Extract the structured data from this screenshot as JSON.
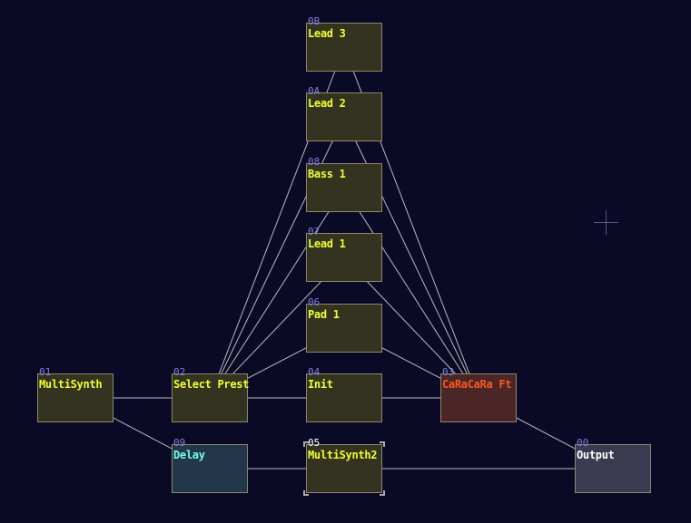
{
  "colors": {
    "background": "#0a0a26",
    "number": "#7f7fdf",
    "wire": "#d8d8d8"
  },
  "nodes": {
    "n0B": {
      "num": "0B",
      "name": "Lead 3",
      "fill": "#33331f",
      "text": "#f0ff30"
    },
    "n0A": {
      "num": "0A",
      "name": "Lead 2",
      "fill": "#33331f",
      "text": "#f0ff30"
    },
    "n08": {
      "num": "08",
      "name": "Bass 1",
      "fill": "#33331f",
      "text": "#f0ff30"
    },
    "n07": {
      "num": "07",
      "name": "Lead 1",
      "fill": "#33331f",
      "text": "#f0ff30"
    },
    "n06": {
      "num": "06",
      "name": "Pad 1",
      "fill": "#33331f",
      "text": "#f0ff30"
    },
    "n01": {
      "num": "01",
      "name": "MultiSynth",
      "fill": "#33331f",
      "text": "#f0ff30"
    },
    "n02": {
      "num": "02",
      "name": "Select Prest",
      "fill": "#33331f",
      "text": "#f0ff30"
    },
    "n04": {
      "num": "04",
      "name": "Init",
      "fill": "#33331f",
      "text": "#f0ff30"
    },
    "n03": {
      "num": "03",
      "name": "CaRaCaRa Ft",
      "fill": "#4a2626",
      "text": "#ff5522"
    },
    "n09": {
      "num": "09",
      "name": "Delay",
      "fill": "#22374a",
      "text": "#70ffe8"
    },
    "n05": {
      "num": "05",
      "name": "MultiSynth2",
      "fill": "#33331f",
      "text": "#f0ff30",
      "selected": true
    },
    "n00": {
      "num": "00",
      "name": "Output",
      "fill": "#3a3a50",
      "text": "#ffffff"
    }
  },
  "links": [
    [
      "n01",
      "n02"
    ],
    [
      "n02",
      "n04"
    ],
    [
      "n04",
      "n03"
    ],
    [
      "n03",
      "n00"
    ],
    [
      "n01",
      "n09"
    ],
    [
      "n09",
      "n05"
    ],
    [
      "n05",
      "n00"
    ],
    [
      "n02",
      "n06"
    ],
    [
      "n02",
      "n07"
    ],
    [
      "n02",
      "n08"
    ],
    [
      "n02",
      "n0A"
    ],
    [
      "n02",
      "n0B"
    ],
    [
      "n06",
      "n03"
    ],
    [
      "n07",
      "n03"
    ],
    [
      "n08",
      "n03"
    ],
    [
      "n0A",
      "n03"
    ],
    [
      "n0B",
      "n03"
    ]
  ]
}
